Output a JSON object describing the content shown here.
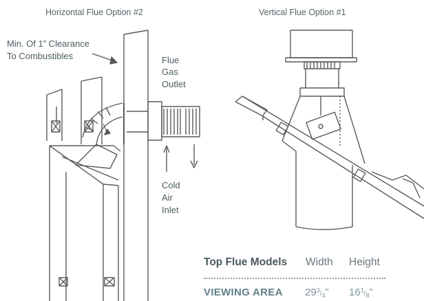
{
  "diagrams": {
    "horizontal": {
      "title": "Horizontal Flue Option #2",
      "clearance_line1": "Min. Of 1” Clearance",
      "clearance_line2": "To Combustibles",
      "outlet_line1": "Flue",
      "outlet_line2": "Gas",
      "outlet_line3": "Outlet",
      "inlet_line1": "Cold",
      "inlet_line2": "Air",
      "inlet_line3": "Inlet"
    },
    "vertical": {
      "title": "Vertical Flue Option #1"
    }
  },
  "table": {
    "model_header": "Top Flue Models",
    "width_header": "Width",
    "height_header": "Height",
    "row_label": "VIEWING AREA",
    "width_whole": "29",
    "width_num": "3",
    "width_den": "4",
    "width_unit": "”",
    "height_whole": "16",
    "height_num": "1",
    "height_den": "8",
    "height_unit": "”"
  },
  "colors": {
    "line": "#5a5a5a",
    "text": "#4c5c60",
    "accent": "#5f7f86"
  }
}
